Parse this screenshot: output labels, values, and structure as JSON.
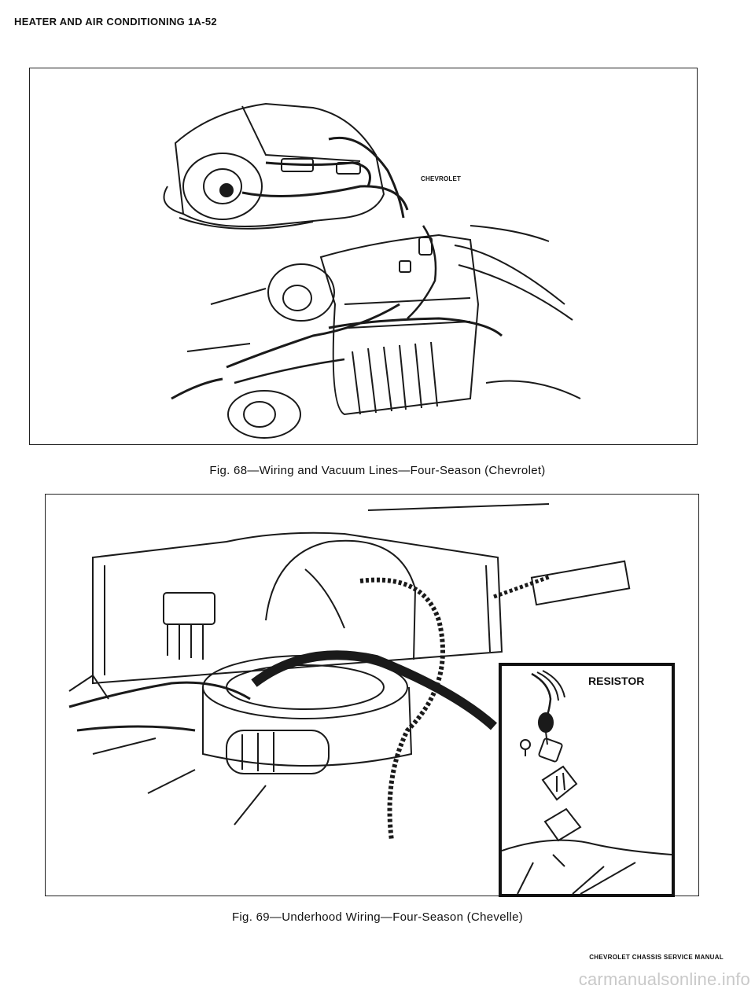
{
  "header": {
    "title": "HEATER AND AIR CONDITIONING 1A-52"
  },
  "figures": [
    {
      "callouts": [
        "CHEVROLET"
      ],
      "caption": "Fig. 68—Wiring and Vacuum Lines—Four-Season (Chevrolet)"
    },
    {
      "callouts": [
        "RESISTOR"
      ],
      "caption": "Fig. 69—Underhood Wiring—Four-Season (Chevelle)"
    }
  ],
  "footer": {
    "text": "CHEVROLET CHASSIS SERVICE MANUAL"
  },
  "watermark": {
    "text": "carmanualsonline.info"
  }
}
